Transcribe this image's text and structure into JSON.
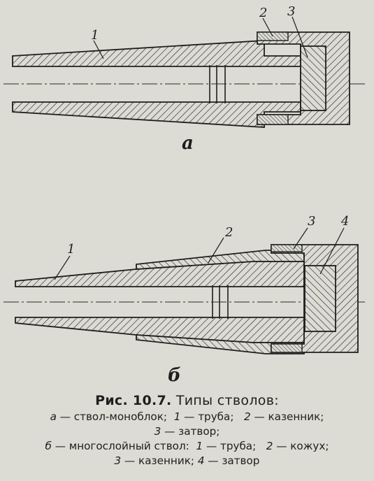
{
  "figure": {
    "a": {
      "sublabel": "а",
      "callouts": [
        "1",
        "2",
        "3"
      ]
    },
    "b": {
      "sublabel": "б",
      "callouts": [
        "1",
        "2",
        "3",
        "4"
      ]
    }
  },
  "caption": {
    "title_num": "Рис. 10.7.",
    "title_text": "Типы стволов:",
    "line1": {
      "tag": "а",
      "text1": " — ствол-моноблок;",
      "n1": "1",
      "t1": " — труба;",
      "n2": "2",
      "t2": " — казенник;"
    },
    "line2": {
      "n3": "3",
      "t3": " — затвор;"
    },
    "line3": {
      "tag": "б",
      "text1": " — многослойный ствол:",
      "n1": "1",
      "t1": " — труба;",
      "n2": "2",
      "t2": " — кожух;"
    },
    "line4": {
      "n3": "3",
      "t3": " — казенник;",
      "n4": "4",
      "t4": " — затвор"
    }
  }
}
